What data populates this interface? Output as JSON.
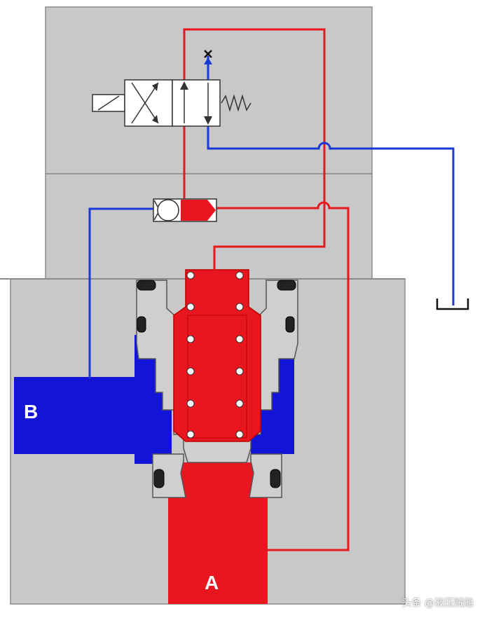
{
  "ports": {
    "b_label": "B",
    "a_label": "A"
  },
  "watermark": "头条 @液压贼船",
  "colors": {
    "block": "#c8c8c8",
    "block_edge": "#8a8a8a",
    "pressure": "#e8161e",
    "tank": "#1414d8",
    "line_pressure": "#e8161e",
    "line_tank": "#1a3ad6",
    "seal": "#222222",
    "ball": "#ffffff"
  },
  "icons": {
    "solenoid": "solenoid-icon",
    "spring": "spring-icon",
    "shuttle_ball": "ball-icon",
    "tank_symbol": "tank-icon",
    "plugged_port": "cross-icon"
  }
}
